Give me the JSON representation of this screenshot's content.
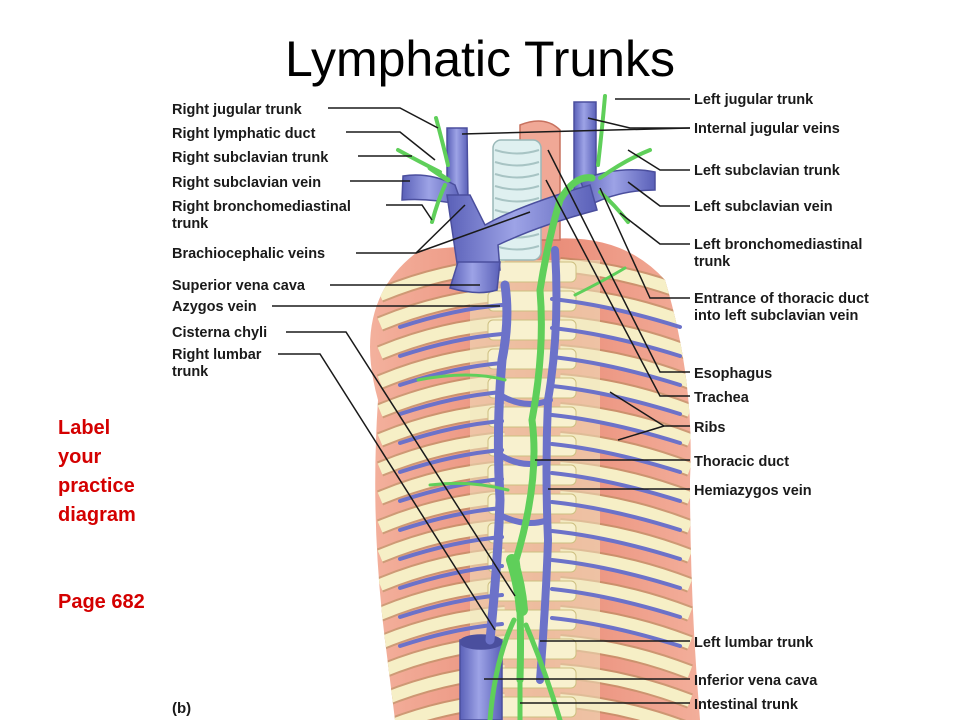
{
  "title": "Lymphatic Trunks",
  "note": {
    "lines": [
      "Label",
      "your",
      "practice",
      "diagram"
    ],
    "page_ref": "Page  682",
    "color": "#d40000"
  },
  "panel_letter": "(b)",
  "labels_left": [
    {
      "id": "right-jugular-trunk",
      "lines": [
        "Right jugular trunk"
      ]
    },
    {
      "id": "right-lymphatic-duct",
      "lines": [
        "Right lymphatic duct"
      ]
    },
    {
      "id": "right-subclavian-trunk",
      "lines": [
        "Right subclavian trunk"
      ]
    },
    {
      "id": "right-subclavian-vein",
      "lines": [
        "Right subclavian vein"
      ]
    },
    {
      "id": "right-bronchomediastinal-trunk",
      "lines": [
        "Right bronchomediastinal",
        "trunk"
      ]
    },
    {
      "id": "brachiocephalic-veins",
      "lines": [
        "Brachiocephalic veins"
      ]
    },
    {
      "id": "superior-vena-cava",
      "lines": [
        "Superior vena cava"
      ]
    },
    {
      "id": "azygos-vein",
      "lines": [
        "Azygos vein"
      ]
    },
    {
      "id": "cisterna-chyli",
      "lines": [
        "Cisterna chyli"
      ]
    },
    {
      "id": "right-lumbar-trunk",
      "lines": [
        "Right lumbar",
        "trunk"
      ]
    }
  ],
  "labels_right": [
    {
      "id": "left-jugular-trunk",
      "lines": [
        "Left jugular trunk"
      ]
    },
    {
      "id": "internal-jugular-veins",
      "lines": [
        "Internal jugular veins"
      ]
    },
    {
      "id": "left-subclavian-trunk",
      "lines": [
        "Left subclavian trunk"
      ]
    },
    {
      "id": "left-subclavian-vein",
      "lines": [
        "Left subclavian vein"
      ]
    },
    {
      "id": "left-bronchomediastinal-trunk",
      "lines": [
        "Left bronchomediastinal",
        "trunk"
      ]
    },
    {
      "id": "thoracic-duct-entrance",
      "lines": [
        "Entrance of thoracic duct",
        "into left subclavian vein"
      ]
    },
    {
      "id": "esophagus",
      "lines": [
        "Esophagus"
      ]
    },
    {
      "id": "trachea",
      "lines": [
        "Trachea"
      ]
    },
    {
      "id": "ribs",
      "lines": [
        "Ribs"
      ]
    },
    {
      "id": "thoracic-duct",
      "lines": [
        "Thoracic duct"
      ]
    },
    {
      "id": "hemiazygos-vein",
      "lines": [
        "Hemiazygos vein"
      ]
    },
    {
      "id": "left-lumbar-trunk",
      "lines": [
        "Left lumbar trunk"
      ]
    },
    {
      "id": "inferior-vena-cava",
      "lines": [
        "Inferior vena cava"
      ]
    },
    {
      "id": "intestinal-trunk",
      "lines": [
        "Intestinal trunk"
      ]
    }
  ],
  "colors": {
    "vein": "#7f86d6",
    "vein_dark": "#4b4f9e",
    "lymph": "#6fd36a",
    "lymph_dark": "#2f8f2f",
    "muscle": "#e98a76",
    "rib": "#f4eec1",
    "cartilage": "#e8f2f2"
  }
}
